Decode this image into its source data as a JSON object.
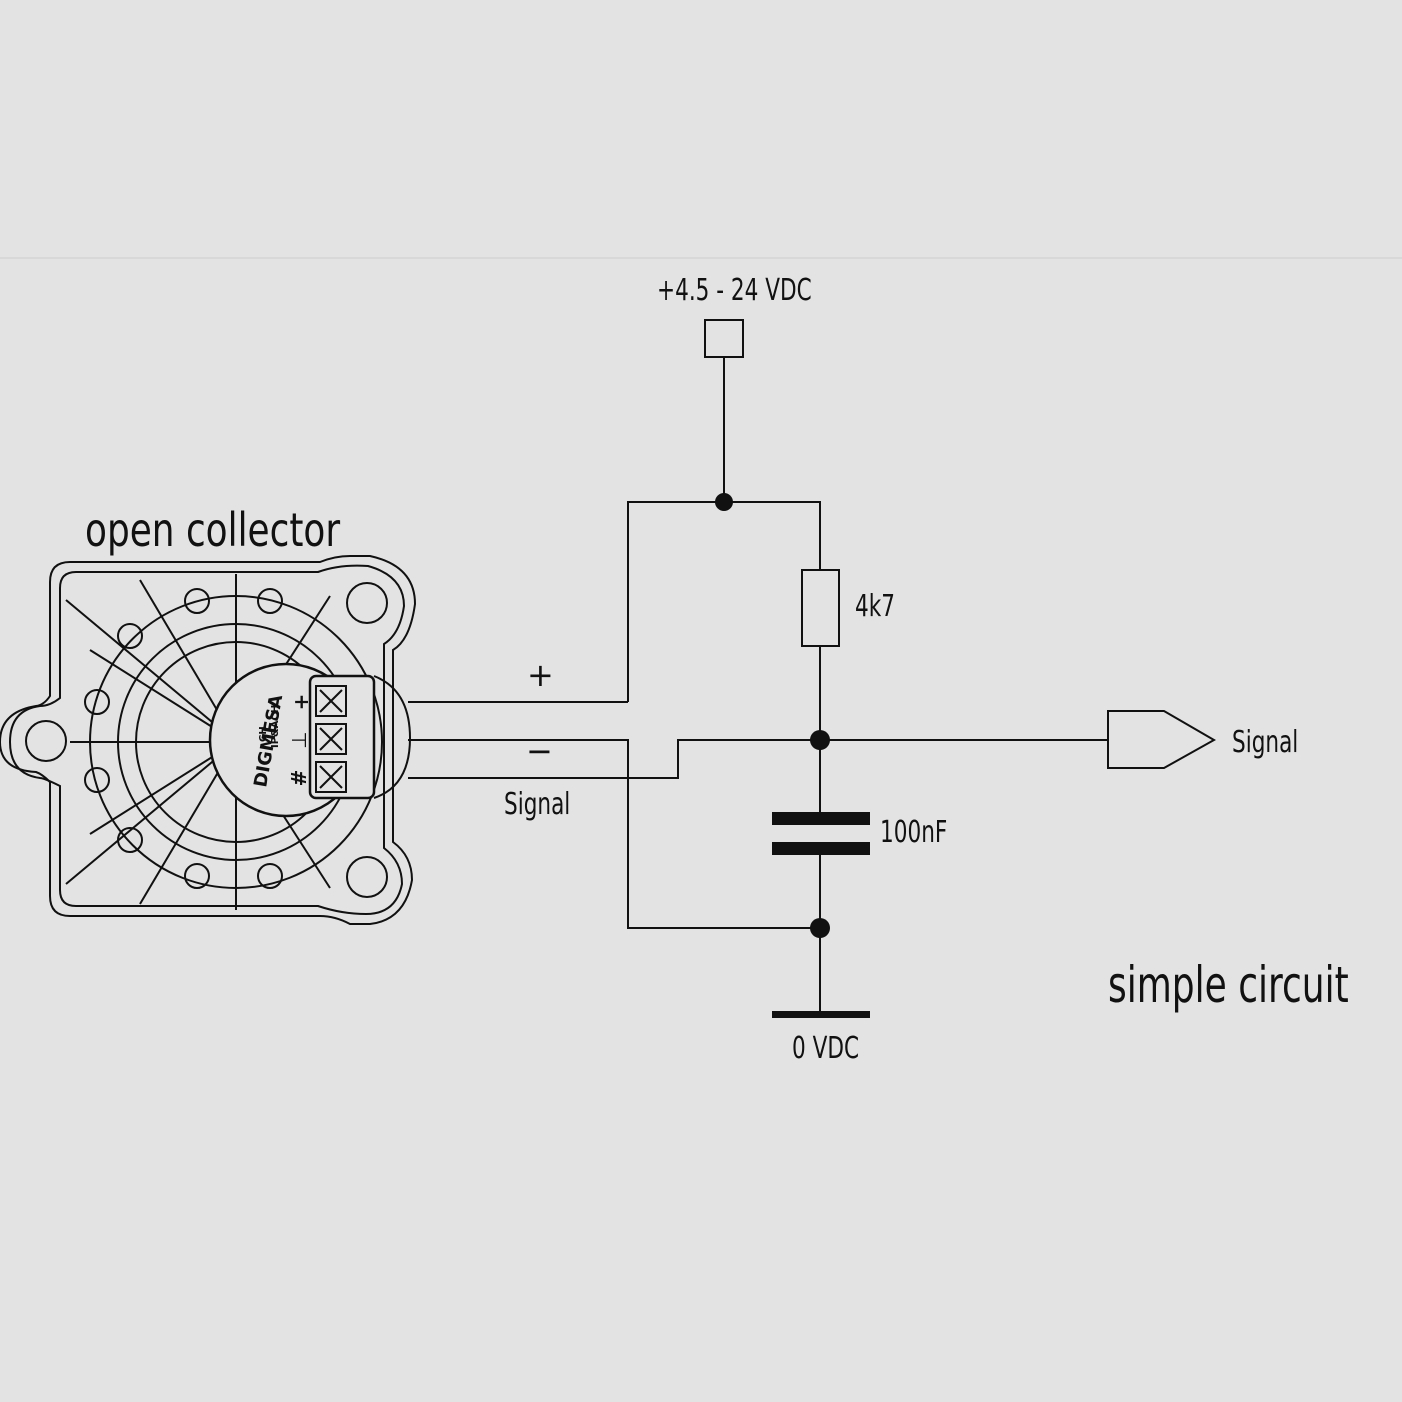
{
  "diagram": {
    "title_left": "open collector",
    "title_right": "simple circuit",
    "supply_label": "+4.5 - 24 VDC",
    "ground_label": "0 VDC",
    "resistor_label": "4k7",
    "capacitor_label": "100nF",
    "output_label": "Signal",
    "sensor_plus_label": "+",
    "sensor_minus_label": "−",
    "sensor_signal_label": "Signal",
    "brand_text": "DIGMESA",
    "brand_sub1": "CH",
    "brand_sub2": "IP&ACH",
    "terminal_marks": [
      "+",
      "⊥",
      "#"
    ]
  },
  "colors": {
    "background": "#e3e3e3",
    "ink": "#111111",
    "divider": "#d8d8d8"
  }
}
